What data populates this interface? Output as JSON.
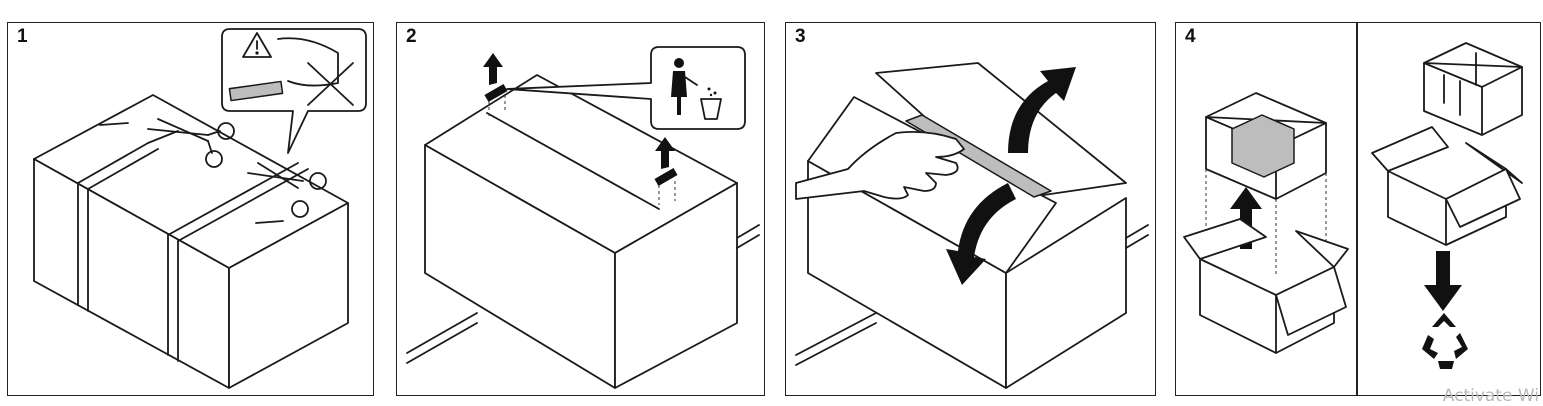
{
  "steps": [
    {
      "number": "1"
    },
    {
      "number": "2"
    },
    {
      "number": "3"
    },
    {
      "number": "4"
    }
  ],
  "icons": {
    "warning": "warning-triangle-icon",
    "no_cutter": "no-box-cutter-icon",
    "trash": "trash-bin-icon",
    "recycle": "recycle-icon"
  },
  "watermark": "Activate Wi"
}
